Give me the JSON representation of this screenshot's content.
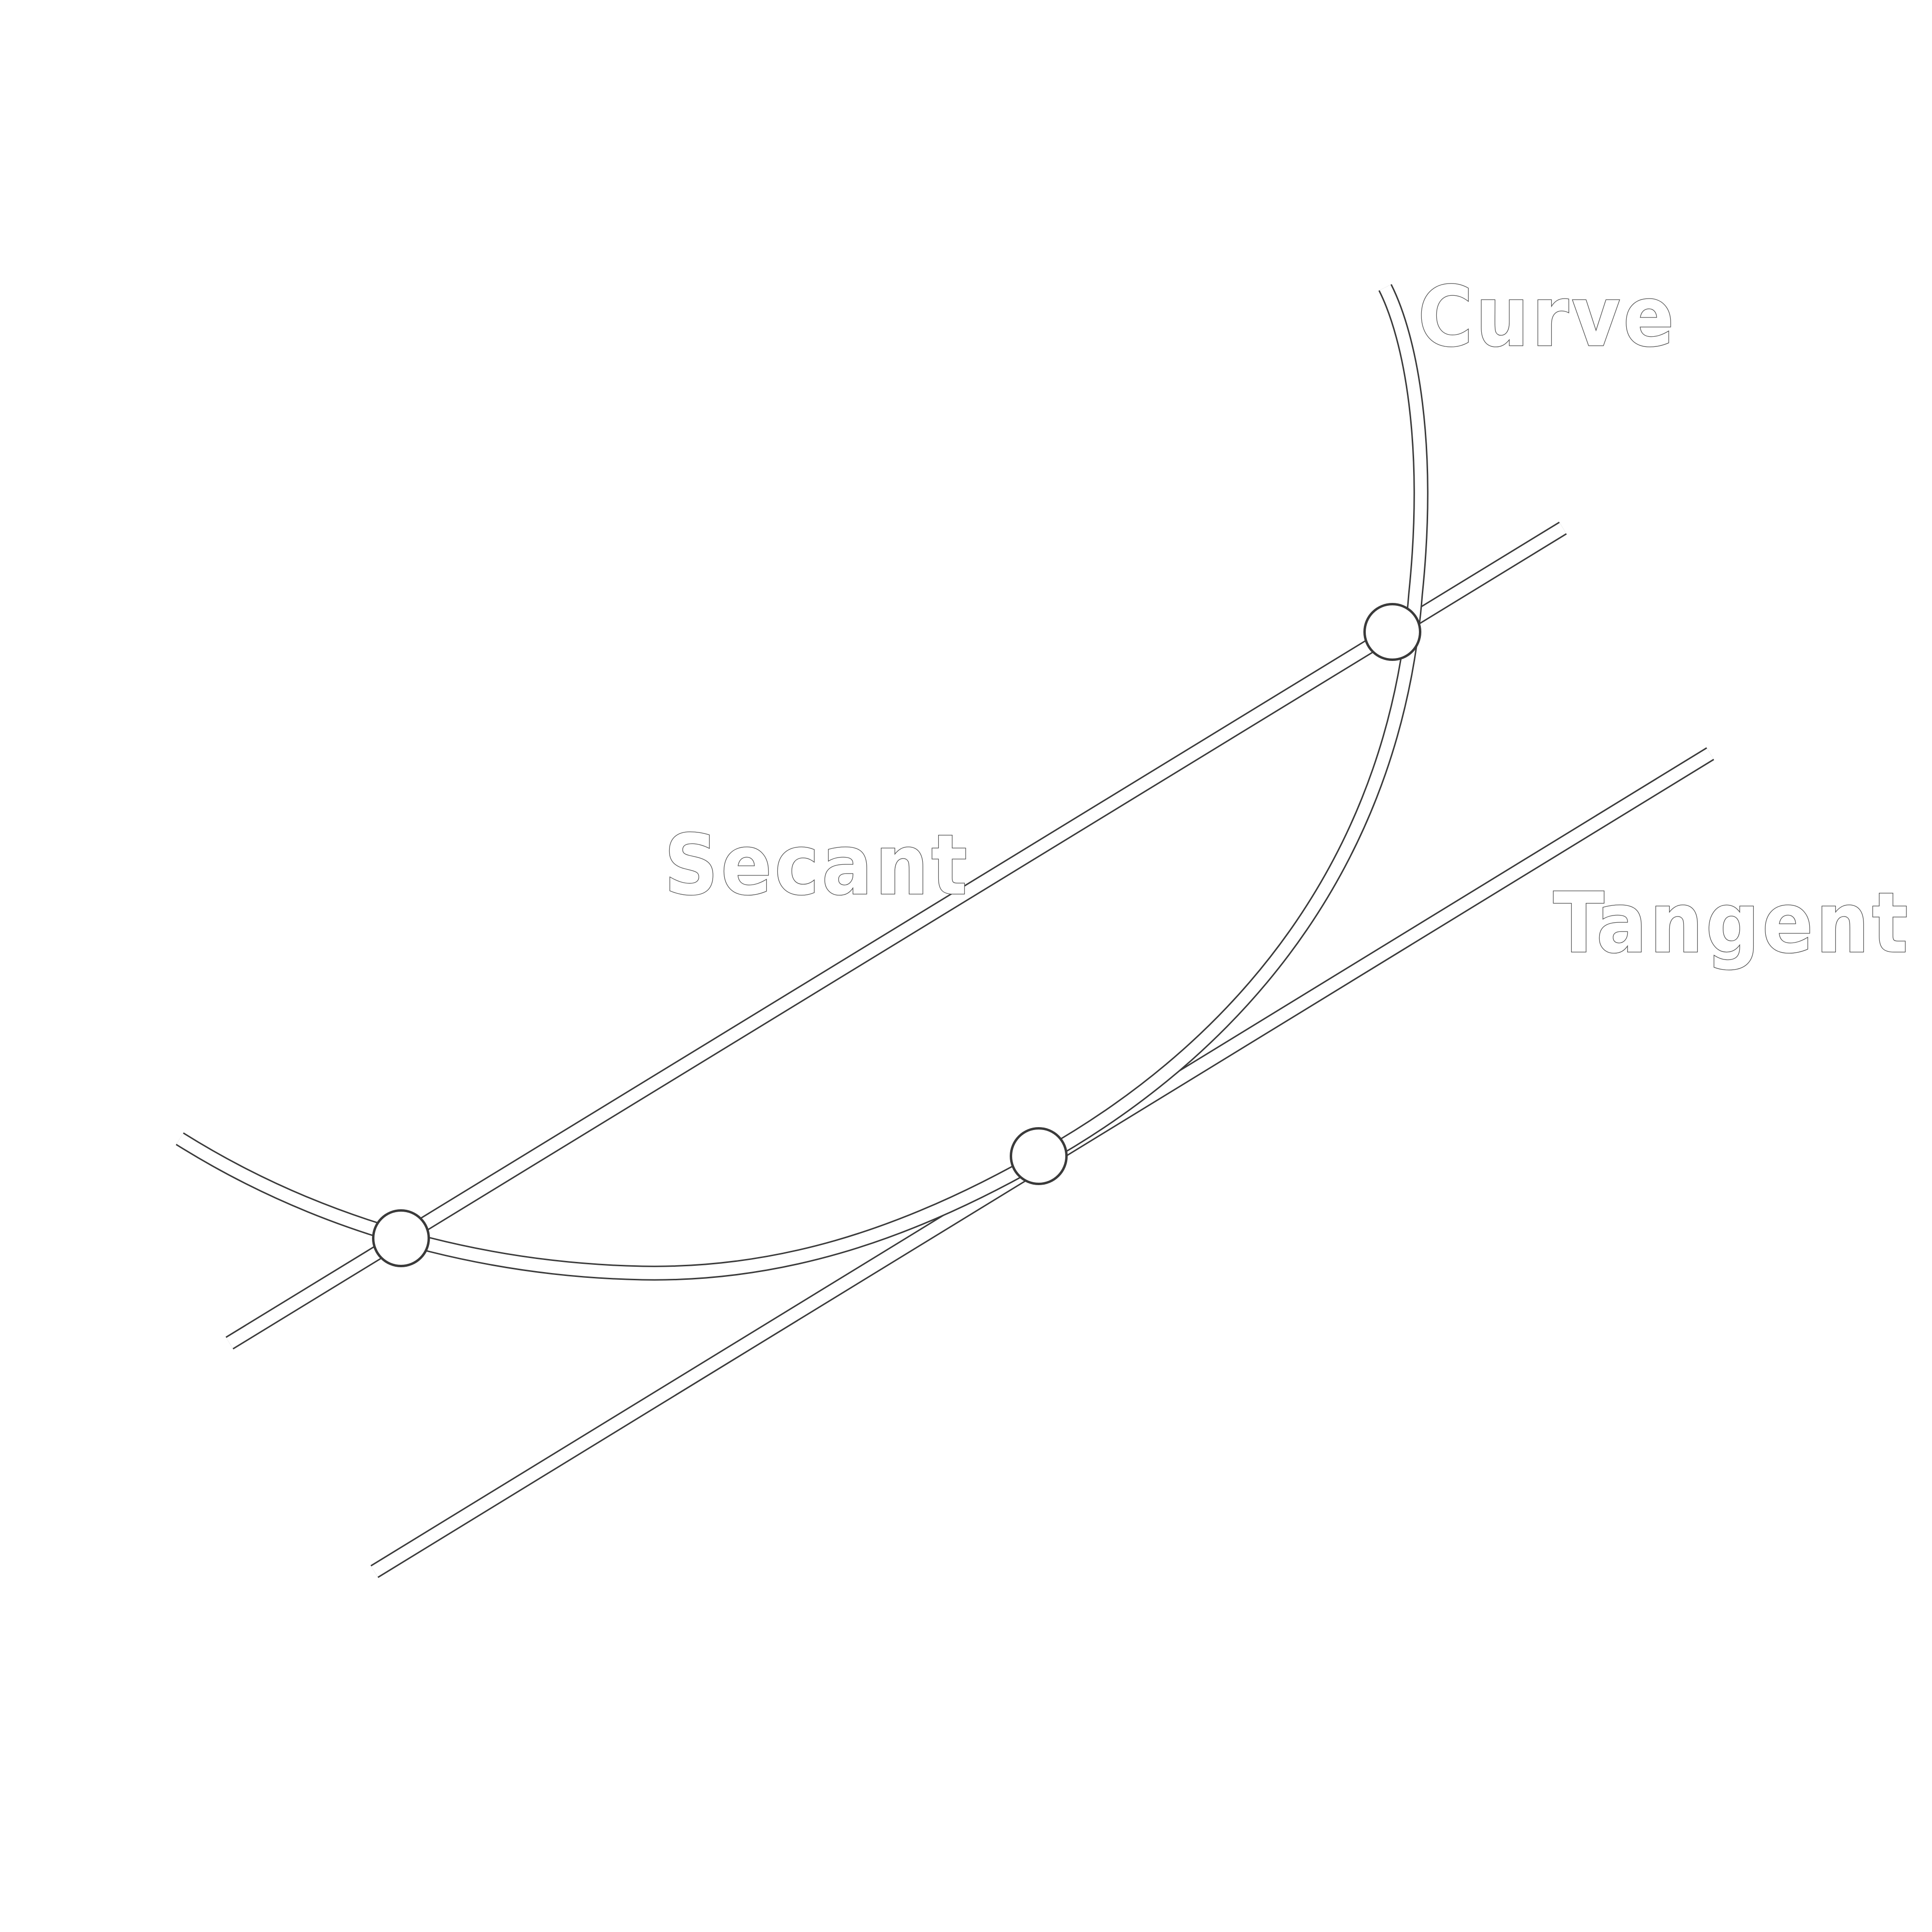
{
  "diagram": {
    "labels": {
      "curve": "Curve",
      "secant": "Secant",
      "tangent": "Tangent"
    },
    "colors": {
      "background": "#ffffff",
      "stroke_fill": "#ffffff",
      "outline": "#3a3a3a"
    },
    "elements": [
      "curve",
      "secant-line",
      "tangent-line",
      "point-left",
      "point-middle",
      "point-upper"
    ]
  }
}
